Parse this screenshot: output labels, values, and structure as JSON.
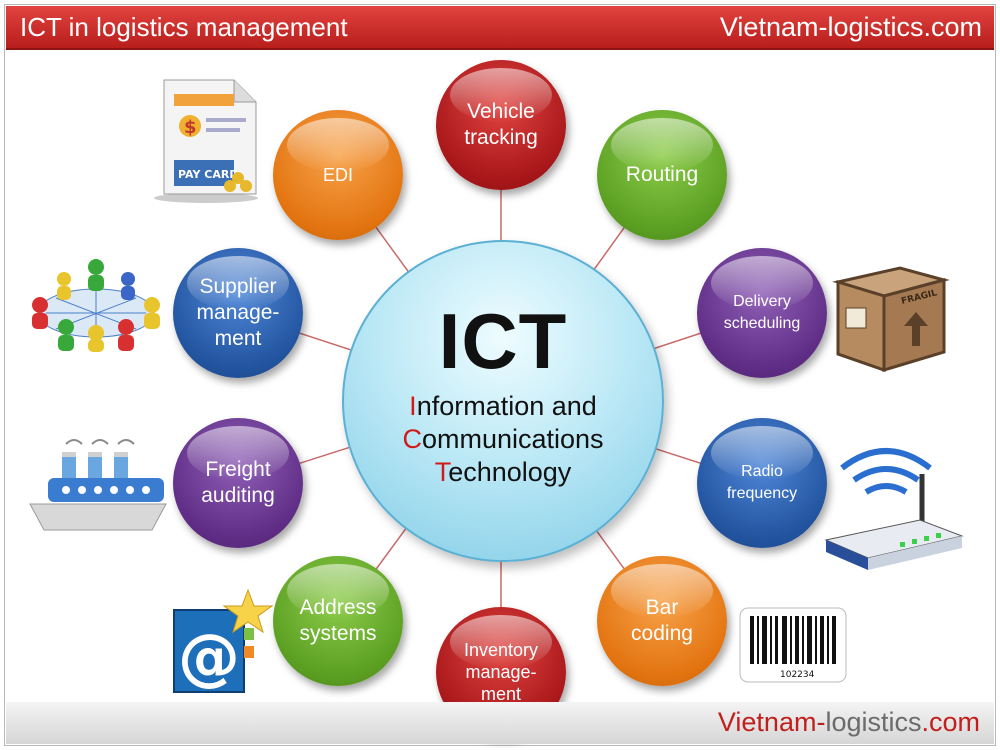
{
  "header": {
    "title": "ICT in logistics management",
    "site": "Vietnam-logistics.com"
  },
  "footer": {
    "site_part1": "Vietnam-",
    "site_part2": "logistics",
    "site_part3": ".com"
  },
  "center": {
    "title": "ICT",
    "line1_initial": "I",
    "line1_rest": "nformation and",
    "line2_initial": "C",
    "line2_rest": "ommunications",
    "line3_initial": "T",
    "line3_rest": "echnology"
  },
  "nodes": {
    "vehicle_tracking": {
      "line1": "Vehicle",
      "line2": "tracking"
    },
    "routing": {
      "line1": "Routing"
    },
    "delivery_scheduling": {
      "line1": "Delivery",
      "line2": "scheduling"
    },
    "radio_frequency": {
      "line1": "Radio",
      "line2": "frequency"
    },
    "bar_coding": {
      "line1": "Bar",
      "line2": "coding"
    },
    "inventory_management": {
      "line1": "Inventory",
      "line2": "manage-",
      "line3": "ment"
    },
    "address_systems": {
      "line1": "Address",
      "line2": "systems"
    },
    "freight_auditing": {
      "line1": "Freight",
      "line2": "auditing"
    },
    "supplier_management": {
      "line1": "Supplier",
      "line2": "manage-",
      "line3": "ment"
    },
    "edi": {
      "line1": "EDI"
    }
  },
  "illustrations": {
    "pay_card_label": "PAY CARD",
    "fragile_label": "FRAGIL",
    "barcode_number": "102234"
  },
  "colors": {
    "accent_red": "#c11f1c",
    "hub_blue": "#bde9f6"
  }
}
